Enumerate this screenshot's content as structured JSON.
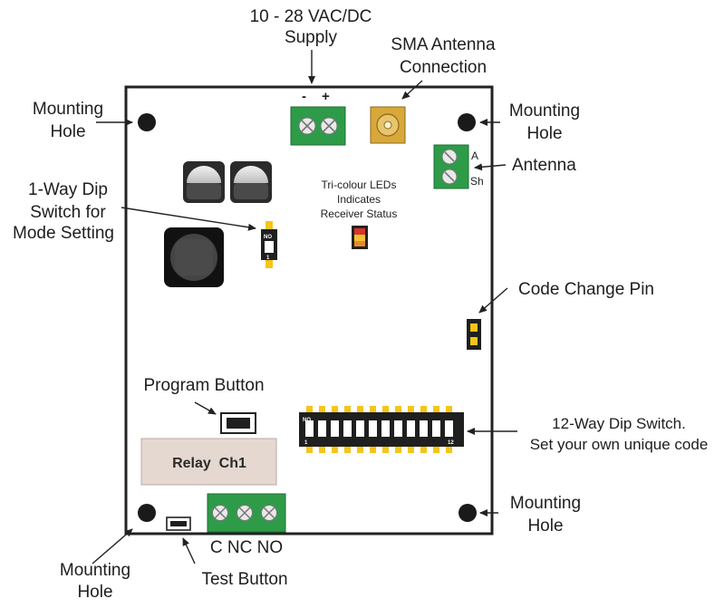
{
  "labels": {
    "supply_line1": "10 - 28 VAC/DC",
    "supply_line2": "Supply",
    "sma_line1": "SMA Antenna",
    "sma_line2": "Connection",
    "mounting": "Mounting",
    "hole": "Hole",
    "antenna": "Antenna",
    "dip1_line1": "1-Way Dip",
    "dip1_line2": "Switch for",
    "dip1_line3": "Mode Setting",
    "leds_line1": "Tri-colour LEDs",
    "leds_line2": "Indicates",
    "leds_line3": "Receiver Status",
    "code_change": "Code Change Pin",
    "program": "Program Button",
    "dip12_line1": "12-Way Dip Switch.",
    "dip12_line2": "Set your own unique code",
    "relay": "Relay  Ch1",
    "test": "Test Button",
    "relay_terms": "C NC NO"
  },
  "board_marks": {
    "minus": "-",
    "plus": "+",
    "ant_a": "A",
    "ant_sh": "Sh",
    "dip1_no": "NO",
    "dip1_num": "1",
    "dip12_no": "NO",
    "dip12_num_first": "1",
    "dip12_num_last": "12"
  },
  "colors": {
    "terminal_green": "#2e9b48",
    "sma_gold": "#d9a83a",
    "relay_body": "#e4d8d1",
    "led_red": "#d9342b",
    "led_yellow": "#f2c230",
    "led_orange": "#e88a2a",
    "pcb_outline": "#222222"
  }
}
